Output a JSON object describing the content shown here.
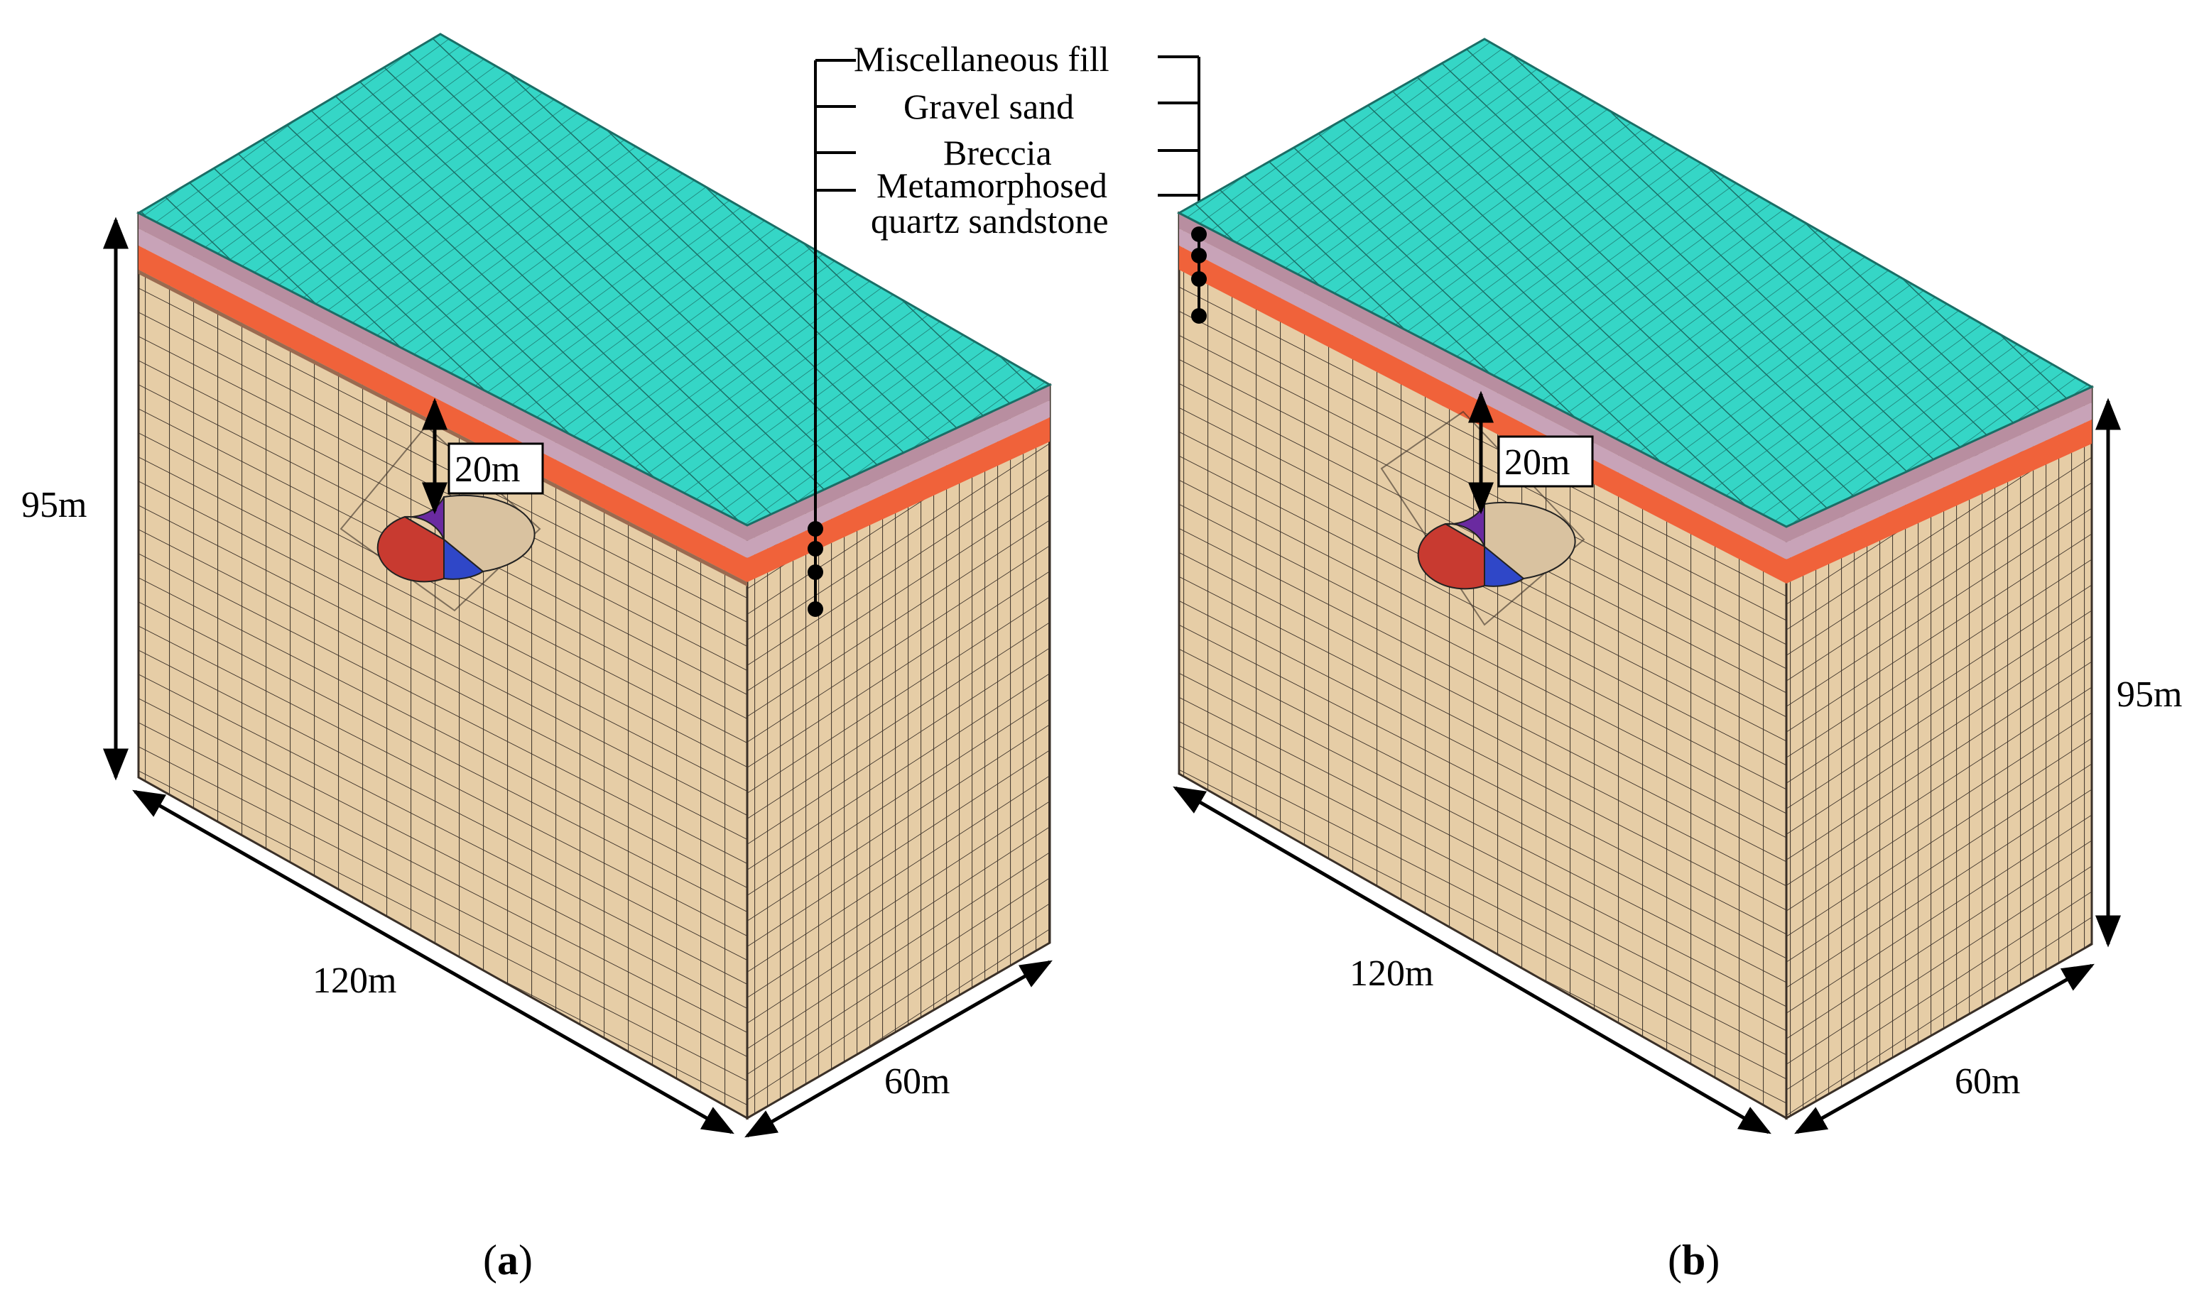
{
  "colors": {
    "top_surface": "#35d6c6",
    "miscellaneous_fill": "#b88ea0",
    "gravel_sand": "#c8a3b8",
    "breccia": "#f0623a",
    "metamorphosed_quartz_sandstone": "#e6cda6",
    "mesh_line": "#3a3028",
    "tunnel_segment_1": "#6a2aa0",
    "tunnel_segment_2": "#2f47c8",
    "tunnel_segment_3": "#c83a30",
    "tunnel_segment_4": "#d9c2a0"
  },
  "legend": {
    "miscellaneous_fill": "Miscellaneous fill",
    "gravel_sand": "Gravel sand",
    "breccia": "Breccia",
    "metamorphosed_line1": "Metamorphosed",
    "metamorphosed_line2": "quartz sandstone"
  },
  "panel_a": {
    "caption_open": "(",
    "caption_letter": "a",
    "caption_close": ")",
    "height_label": "95m",
    "length_label": "120m",
    "width_label": "60m",
    "depth_label": "20m"
  },
  "panel_b": {
    "caption_open": "(",
    "caption_letter": "b",
    "caption_close": ")",
    "height_label": "95m",
    "length_label": "120m",
    "width_label": "60m",
    "depth_label": "20m"
  }
}
